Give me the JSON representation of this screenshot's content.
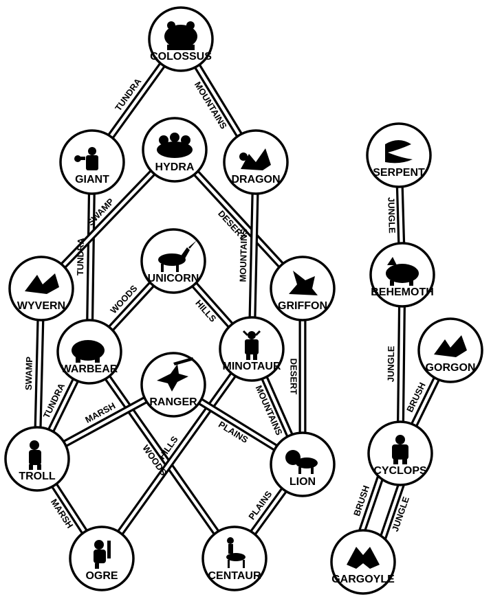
{
  "nodes": [
    {
      "id": "colossus",
      "label": "COLOSSUS",
      "icon": "colossus-icon"
    },
    {
      "id": "giant",
      "label": "GIANT",
      "icon": "giant-icon"
    },
    {
      "id": "hydra",
      "label": "HYDRA",
      "icon": "hydra-icon"
    },
    {
      "id": "dragon",
      "label": "DRAGON",
      "icon": "dragon-icon"
    },
    {
      "id": "serpent",
      "label": "SERPENT",
      "icon": "serpent-icon"
    },
    {
      "id": "unicorn",
      "label": "UNICORN",
      "icon": "unicorn-icon"
    },
    {
      "id": "wyvern",
      "label": "WYVERN",
      "icon": "wyvern-icon"
    },
    {
      "id": "griffon",
      "label": "GRIFFON",
      "icon": "griffon-icon"
    },
    {
      "id": "behemoth",
      "label": "BEHEMOTH",
      "icon": "behemoth-icon"
    },
    {
      "id": "warbear",
      "label": "WARBEAR",
      "icon": "warbear-icon"
    },
    {
      "id": "minotaur",
      "label": "MINOTAUR",
      "icon": "minotaur-icon"
    },
    {
      "id": "ranger",
      "label": "RANGER",
      "icon": "ranger-icon"
    },
    {
      "id": "gorgon",
      "label": "GORGON",
      "icon": "gorgon-icon"
    },
    {
      "id": "troll",
      "label": "TROLL",
      "icon": "troll-icon"
    },
    {
      "id": "lion",
      "label": "LION",
      "icon": "lion-icon"
    },
    {
      "id": "cyclops",
      "label": "CYCLOPS",
      "icon": "cyclops-icon"
    },
    {
      "id": "ogre",
      "label": "OGRE",
      "icon": "ogre-icon"
    },
    {
      "id": "centaur",
      "label": "CENTAUR",
      "icon": "centaur-icon"
    },
    {
      "id": "gargoyle",
      "label": "GARGOYLE",
      "icon": "gargoyle-icon"
    }
  ],
  "edges": [
    {
      "from": "colossus",
      "to": "giant",
      "label": "TUNDRA"
    },
    {
      "from": "colossus",
      "to": "dragon",
      "label": "MOUNTAINS"
    },
    {
      "from": "giant",
      "to": "warbear",
      "label": "TUNDRA"
    },
    {
      "from": "hydra",
      "to": "wyvern",
      "label": "SWAMP"
    },
    {
      "from": "hydra",
      "to": "griffon",
      "label": "DESERT"
    },
    {
      "from": "dragon",
      "to": "minotaur",
      "label": "MOUNTAINS"
    },
    {
      "from": "unicorn",
      "to": "warbear",
      "label": "WOODS"
    },
    {
      "from": "unicorn",
      "to": "minotaur",
      "label": "HILLS"
    },
    {
      "from": "wyvern",
      "to": "troll",
      "label": "SWAMP"
    },
    {
      "from": "griffon",
      "to": "lion",
      "label": "DESERT"
    },
    {
      "from": "warbear",
      "to": "troll",
      "label": "TUNDRA"
    },
    {
      "from": "warbear",
      "to": "centaur",
      "label": "WOODS"
    },
    {
      "from": "minotaur",
      "to": "lion",
      "label": "MOUNTAINS"
    },
    {
      "from": "minotaur",
      "to": "ogre",
      "label": "HILLS"
    },
    {
      "from": "ranger",
      "to": "troll",
      "label": "MARSH"
    },
    {
      "from": "ranger",
      "to": "lion",
      "label": "PLAINS"
    },
    {
      "from": "troll",
      "to": "ogre",
      "label": "MARSH"
    },
    {
      "from": "lion",
      "to": "centaur",
      "label": "PLAINS"
    },
    {
      "from": "serpent",
      "to": "behemoth",
      "label": "JUNGLE"
    },
    {
      "from": "behemoth",
      "to": "cyclops",
      "label": "JUNGLE"
    },
    {
      "from": "gorgon",
      "to": "cyclops",
      "label": "BRUSH"
    },
    {
      "from": "cyclops",
      "to": "gargoyle",
      "label": "JUNGLE",
      "lane": "left"
    },
    {
      "from": "cyclops",
      "to": "gargoyle",
      "label": "BRUSH",
      "lane": "right"
    }
  ]
}
